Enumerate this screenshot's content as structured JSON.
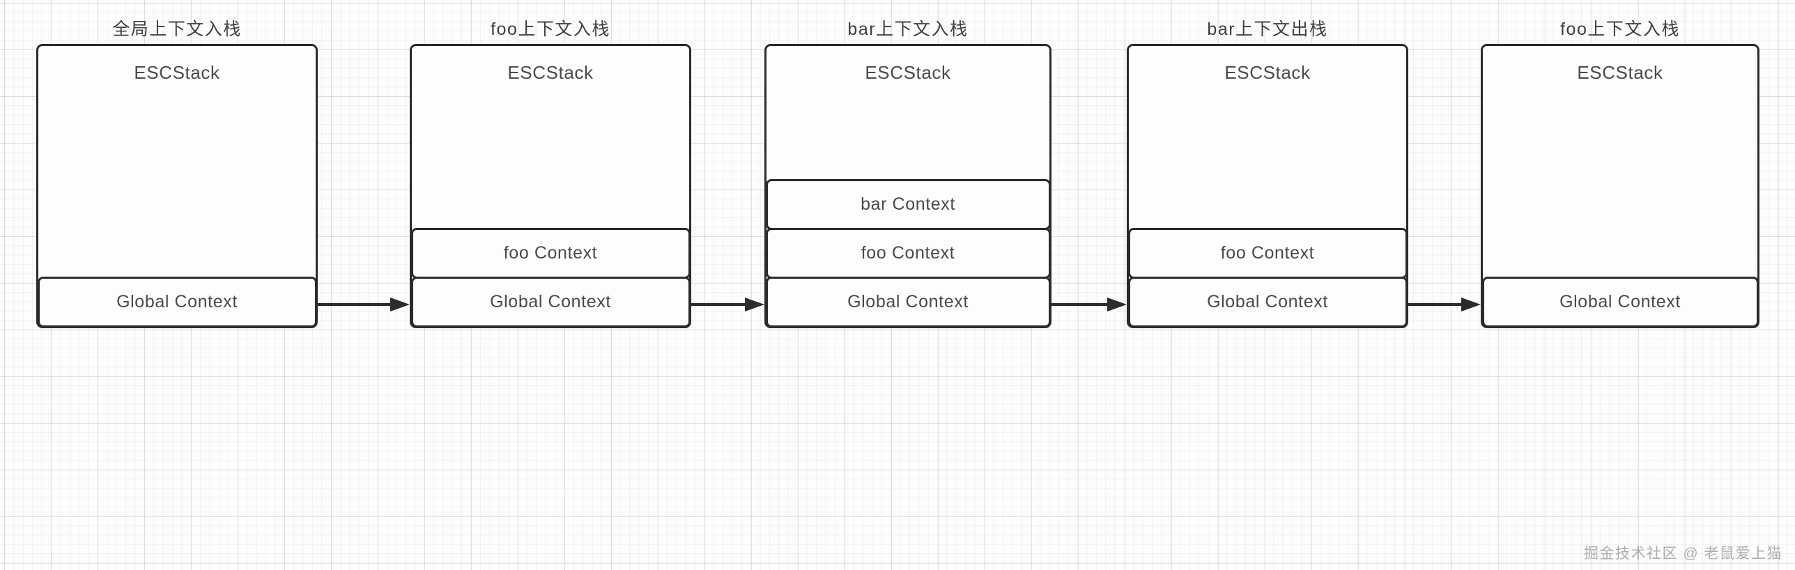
{
  "diagram": {
    "title_font_color": "#3f3f3f",
    "stroke_color": "#2b2b2b",
    "stack_label": "ESCStack",
    "columns": [
      {
        "id": "global-push",
        "title": "全局上下文入栈",
        "stack_label": "ESCStack",
        "frames": [
          "Global Context"
        ]
      },
      {
        "id": "foo-push",
        "title": "foo上下文入栈",
        "stack_label": "ESCStack",
        "frames": [
          "foo Context",
          "Global Context"
        ]
      },
      {
        "id": "bar-push",
        "title": "bar上下文入栈",
        "stack_label": "ESCStack",
        "frames": [
          "bar Context",
          "foo Context",
          "Global Context"
        ]
      },
      {
        "id": "bar-pop",
        "title": "bar上下文出栈",
        "stack_label": "ESCStack",
        "frames": [
          "foo Context",
          "Global Context"
        ]
      },
      {
        "id": "foo-pop",
        "title": "foo上下文入栈",
        "stack_label": "ESCStack",
        "frames": [
          "Global Context"
        ]
      }
    ],
    "arrows": [
      {
        "id": "arrow-1",
        "from": "global-push",
        "to": "foo-push"
      },
      {
        "id": "arrow-2",
        "from": "foo-push",
        "to": "bar-push"
      },
      {
        "id": "arrow-3",
        "from": "bar-push",
        "to": "bar-pop"
      },
      {
        "id": "arrow-4",
        "from": "bar-pop",
        "to": "foo-pop"
      }
    ],
    "watermark": "掘金技术社区 @ 老鼠爱上猫"
  }
}
